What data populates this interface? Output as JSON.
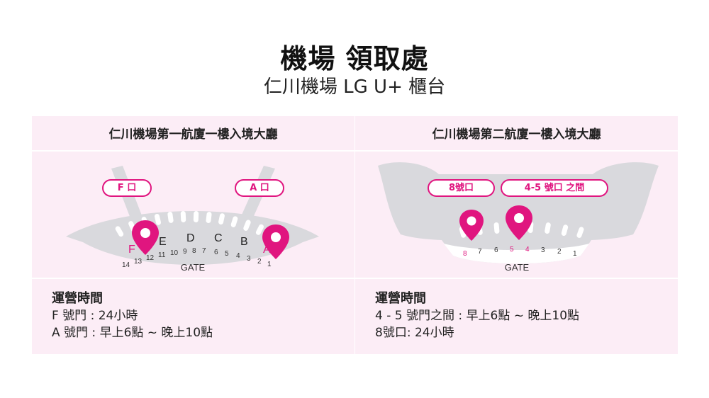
{
  "header": {
    "title": "機場 領取處",
    "subtitle": "仁川機場 LG U+ 櫃台"
  },
  "colors": {
    "accent": "#e0157f",
    "panel_bg": "#fcedf6",
    "terminal_gray": "#d9d9dd"
  },
  "terminal1": {
    "heading": "仁川機場第一航廈一樓入境大廳",
    "pin_labels": [
      "F 口",
      "A 口"
    ],
    "letters": [
      "F",
      "E",
      "D",
      "C",
      "B",
      "A"
    ],
    "gate_numbers": [
      "14",
      "13",
      "12",
      "11",
      "10",
      "9",
      "8",
      "7",
      "6",
      "5",
      "4",
      "3",
      "2",
      "1"
    ],
    "gate_label": "GATE",
    "hours": {
      "title": "運營時間",
      "lines": [
        "F 號門 : 24小時",
        "A 號門 : 早上6點 ~ 晚上10點"
      ]
    }
  },
  "terminal2": {
    "heading": "仁川機場第二航廈一樓入境大廳",
    "pin_labels": [
      "8號口",
      "4-5 號口 之間"
    ],
    "gate_numbers": [
      "8",
      "7",
      "6",
      "5",
      "4",
      "3",
      "2",
      "1"
    ],
    "gate_label": "GATE",
    "hours": {
      "title": "運營時間",
      "lines": [
        "4 - 5 號門之間 : 早上6點 ~ 晚上10點",
        "8號口:  24小時"
      ]
    }
  }
}
